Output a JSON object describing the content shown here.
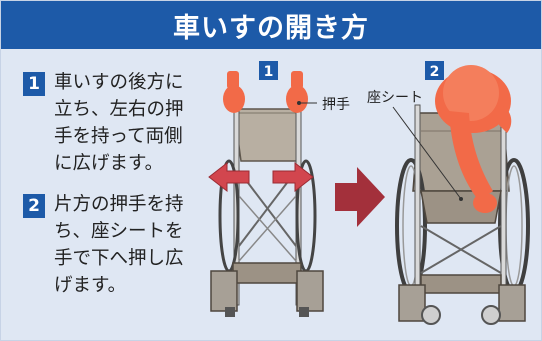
{
  "title": "車いすの開き方",
  "steps": [
    {
      "number": "1",
      "text": "車いすの後方に\n立ち、左右の押\n手を持って両側\nに広げます。"
    },
    {
      "number": "2",
      "text": "片方の押手を持\nち、座シートを\n手で下へ押し広\nげます。"
    }
  ],
  "illustration": {
    "panel1_number": "1",
    "panel2_number": "2",
    "label_handle": "押手",
    "label_seat": "座シート"
  },
  "colors": {
    "title_bar": "#1d5aa8",
    "background": "#dfe7f3",
    "arrow_red": "#d2464e",
    "arrow_dark_red": "#a3303b",
    "hand_orange": "#f26a48",
    "seat_gray": "#9c9285"
  }
}
